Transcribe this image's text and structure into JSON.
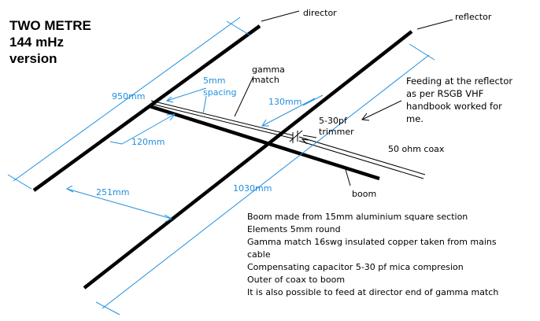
{
  "title": {
    "line1": "TWO METRE",
    "line2": "144 mHz",
    "line3": "version"
  },
  "labels": {
    "director": "director",
    "reflector": "reflector",
    "gamma_match_1": "gamma",
    "gamma_match_2": "match",
    "boom": "boom",
    "trimmer_1": "5-30pf",
    "trimmer_2": "trimmer",
    "coax": "50 ohm coax"
  },
  "dimensions": {
    "director_length": "950mm",
    "reflector_length": "1030mm",
    "element_spacing": "251mm",
    "spacing_label_1": "5mm",
    "spacing_label_2": "spacing",
    "gamma_length": "130mm",
    "gamma_offset": "120mm"
  },
  "feed_note": [
    "Feeding at the reflector",
    "as per RSGB VHF",
    "handbook worked for",
    "me."
  ],
  "notes": [
    "Boom made from 15mm aluminium square section",
    "Elements 5mm round",
    "Gamma match 16swg insulated copper taken from mains",
    "cable",
    "Compensating capacitor 5-30 pf mica compresion",
    "Outer of coax to boom",
    "It is also possible to feed at director end of gamma match"
  ],
  "colors": {
    "dimension": "#1f8fe0",
    "structure": "#000000"
  }
}
